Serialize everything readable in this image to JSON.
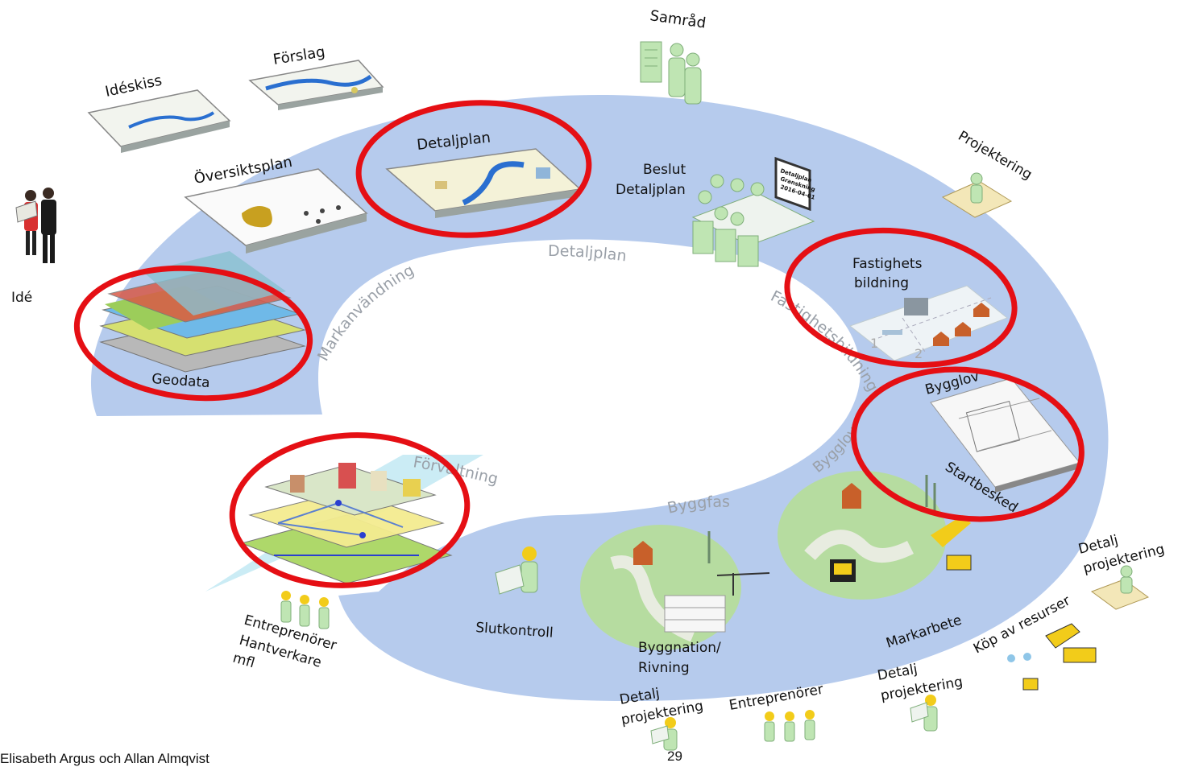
{
  "labels": {
    "samrad": "Samråd",
    "forslag": "Förslag",
    "ideskiss": "Idéskiss",
    "detaljplan_card": "Detaljplan",
    "oversiktsplan": "Översiktsplan",
    "beslut_1": "Beslut",
    "beslut_2": "Detaljplan",
    "projektering": "Projektering",
    "ide": "Idé",
    "fastighets_1": "Fastighets",
    "fastighets_2": "bildning",
    "geodata": "Geodata",
    "bygglov_card": "Bygglov",
    "startbesked": "Startbesked",
    "detalj_proj_right_1": "Detalj",
    "detalj_proj_right_2": "projektering",
    "kop_av_resurser": "Köp av resurser",
    "markarbete": "Markarbete",
    "detalj_proj_mid_1": "Detalj",
    "detalj_proj_mid_2": "projektering",
    "entreprenorer": "Entreprenörer",
    "detalj_proj_left_1": "Detalj",
    "detalj_proj_left_2": "projektering",
    "byggnation_1": "Byggnation/",
    "byggnation_2": "Rivning",
    "slutkontroll": "Slutkontroll",
    "entreprenorer_hant_1": "Entreprenörer",
    "entreprenorer_hant_2": "Hantverkare",
    "entreprenorer_hant_3": "mfl"
  },
  "ring_labels": {
    "detaljplan": "Detaljplan",
    "markanvandning": "Markanvändning",
    "fastighetsbildning": "Fastighetsbildning",
    "bygglov": "Bygglov",
    "byggfas": "Byggfas",
    "forvaltning": "Förvaltning"
  },
  "sign": {
    "line1": "Detaljplan",
    "line2": "Granskning",
    "line3": "2016-04-01"
  },
  "footer": {
    "author": "Elisabeth Argus och Allan Almqvist",
    "page": "29"
  },
  "colors": {
    "ring": "#b6cbed",
    "highlight": "#e50f14",
    "figure": "#bfe5b3",
    "green_area": "#b6dca0"
  }
}
